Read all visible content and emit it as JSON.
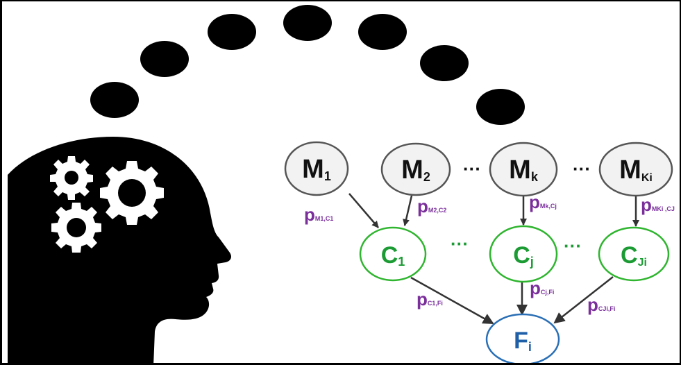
{
  "colors": {
    "border": "#000000",
    "thought_dots": "#000000",
    "head": "#000000",
    "gear": "#ffffff",
    "m_node_stroke": "#555555",
    "m_node_fill": "#f2f2f2",
    "m_node_text": "#111111",
    "c_node_stroke": "#2fb52f",
    "c_node_text": "#1c9b34",
    "f_node_stroke": "#2a6fb5",
    "f_node_text": "#1f5fa8",
    "probability_text": "#7a2f9b",
    "edge": "#333333"
  },
  "m_nodes": [
    {
      "id": "m1",
      "main": "M",
      "sub": "1"
    },
    {
      "id": "m2",
      "main": "M",
      "sub": "2"
    },
    {
      "id": "mk",
      "main": "M",
      "sub": "k"
    },
    {
      "id": "mki",
      "main": "M",
      "sub": "Ki"
    }
  ],
  "c_nodes": [
    {
      "id": "c1",
      "main": "C",
      "sub": "1"
    },
    {
      "id": "cj",
      "main": "C",
      "sub": "j"
    },
    {
      "id": "cji",
      "main": "C",
      "sub": "Ji"
    }
  ],
  "f_node": {
    "id": "fi",
    "main": "F",
    "sub": "i"
  },
  "ellipsis": "···",
  "edge_labels": [
    {
      "id": "p_m1_c1",
      "main": "p",
      "sub": "M1,C1"
    },
    {
      "id": "p_m2_c2",
      "main": "p",
      "sub": "M2,C2"
    },
    {
      "id": "p_mk_cj",
      "main": "p",
      "sub": "Mk,Cj"
    },
    {
      "id": "p_mki_c",
      "main": "p",
      "sub": "MKi ,CJ"
    },
    {
      "id": "p_c1_fi",
      "main": "p",
      "sub": "C1,Fi"
    },
    {
      "id": "p_cj_fi",
      "main": "p",
      "sub": "Cj,Fi"
    },
    {
      "id": "p_cji_fi",
      "main": "p",
      "sub": "CJi,Fi"
    }
  ]
}
